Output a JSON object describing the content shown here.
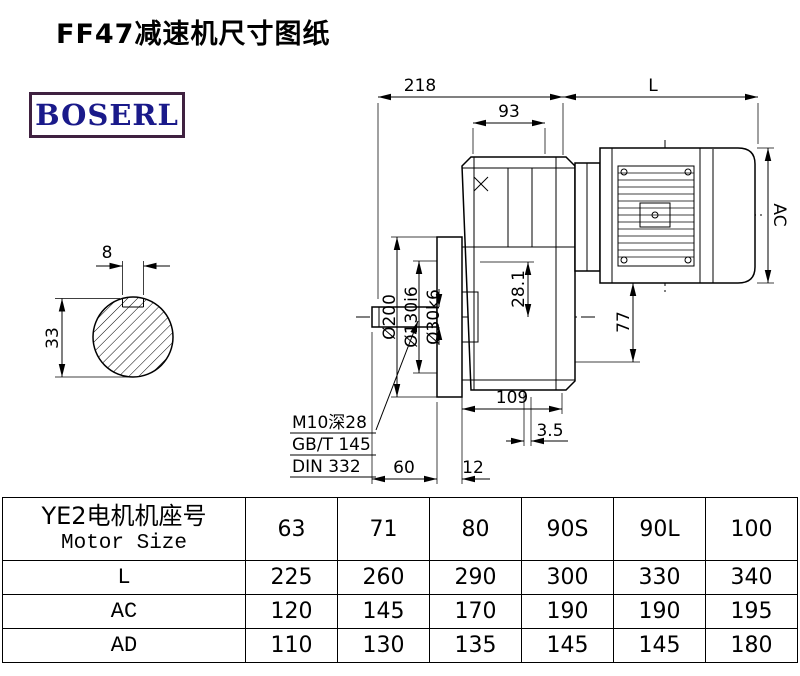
{
  "page": {
    "title": "FF47减速机尺寸图纸"
  },
  "brand": {
    "logo": "BOSERL"
  },
  "drawing": {
    "dims": {
      "top_width": "218",
      "motor_length": "L",
      "housing_top": "93",
      "motor_height": "AC",
      "key_width": "8",
      "section_height": "33",
      "flange_dia": "Ø200",
      "spigot_dia": "Ø130i6",
      "shaft_dia": "Ø30k6",
      "dim_28_1": "28.1",
      "dim_77": "77",
      "dim_109": "109",
      "dim_3_5": "3.5",
      "shaft_len": "60",
      "dim_12": "12"
    },
    "notes": {
      "tap": "M10深28",
      "std1": "GB/T 145",
      "std2": "DIN 332"
    }
  },
  "table": {
    "header_cn": "YE2电机机座号",
    "header_en": "Motor Size",
    "sizes": [
      "63",
      "71",
      "80",
      "90S",
      "90L",
      "100"
    ],
    "rows": [
      {
        "label": "L",
        "values": [
          "225",
          "260",
          "290",
          "300",
          "330",
          "340"
        ]
      },
      {
        "label": "AC",
        "values": [
          "120",
          "145",
          "170",
          "190",
          "190",
          "195"
        ]
      },
      {
        "label": "AD",
        "values": [
          "110",
          "130",
          "135",
          "145",
          "145",
          "180"
        ]
      }
    ]
  }
}
